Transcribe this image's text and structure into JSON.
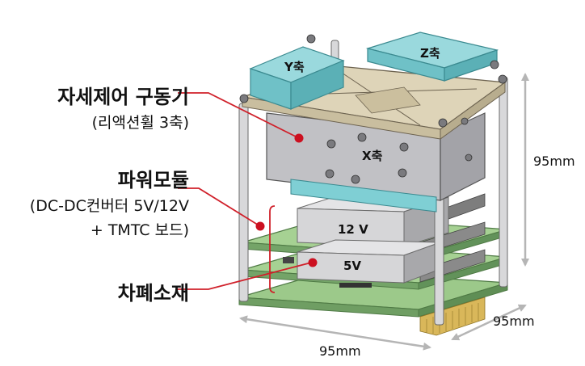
{
  "labels": {
    "attitude_title": "자세제어 구동기",
    "attitude_sub": "(리액션휠 3축)",
    "power_title": "파워모듈",
    "power_sub1": "(DC-DC컨버터 5V/12V",
    "power_sub2": "+ TMTC 보드)",
    "shield_title": "차폐소재",
    "axis_y": "Y축",
    "axis_z": "Z축",
    "axis_x": "X축",
    "board_12v": "12 V",
    "board_5v": "5V",
    "dim_height": "95mm",
    "dim_depth": "95mm",
    "dim_width": "95mm"
  },
  "colors": {
    "leader_line": "#d0202a",
    "marker_dot": "#cc1020",
    "dimension": "#b5b5b5",
    "wheel_teal": "#7fcfd4",
    "frame_beige": "#ded4b8",
    "housing_gray": "#b9b9bd",
    "pcb_green": "#9cc98a"
  }
}
